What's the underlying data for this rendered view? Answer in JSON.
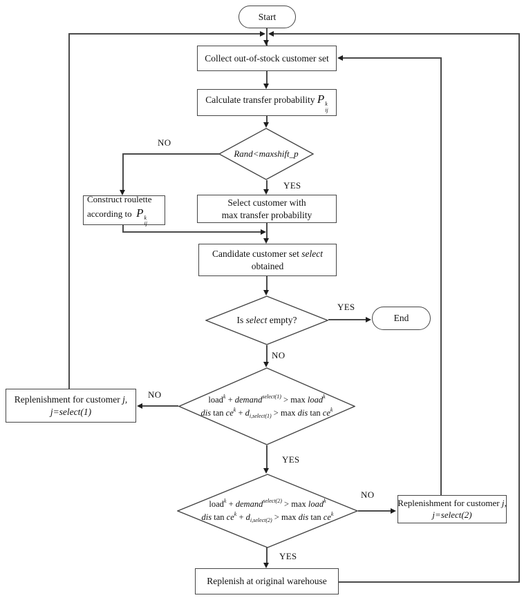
{
  "labels": {
    "yes": "YES",
    "no": "NO"
  },
  "nodes": {
    "start": {
      "lines": [
        [
          {
            "t": "Start"
          }
        ]
      ]
    },
    "collect": {
      "lines": [
        [
          {
            "t": "Collect out-of-stock customer set"
          }
        ]
      ]
    },
    "calculate": {
      "lines": [
        [
          {
            "t": "Calculate transfer probability ",
            "s": "rm"
          },
          {
            "t": "P",
            "s": "pbig"
          },
          {
            "t": "k|ij",
            "s": "stack"
          }
        ]
      ]
    },
    "rand_decision": {
      "lines": [
        [
          {
            "t": "Rand<maxshift_p",
            "s": "it"
          }
        ]
      ]
    },
    "roulette": {
      "lines": [
        [
          {
            "t": "Construct roulette"
          }
        ],
        [
          {
            "t": "according to  "
          },
          {
            "t": "P",
            "s": "pbig"
          },
          {
            "t": "k|ij",
            "s": "stack"
          }
        ]
      ]
    },
    "select_customer": {
      "lines": [
        [
          {
            "t": "Select customer with"
          }
        ],
        [
          {
            "t": "max transfer probability"
          }
        ]
      ]
    },
    "candidate": {
      "lines": [
        [
          {
            "t": "Candidate customer set "
          },
          {
            "t": "select",
            "s": "it"
          }
        ],
        [
          {
            "t": "obtained"
          }
        ]
      ]
    },
    "empty_decision": {
      "lines": [
        [
          {
            "t": "Is "
          },
          {
            "t": "select",
            "s": "it"
          },
          {
            "t": " empty?"
          }
        ]
      ]
    },
    "end": {
      "lines": [
        [
          {
            "t": "End"
          }
        ]
      ]
    },
    "check1": {
      "lines": [
        [
          {
            "t": "load"
          },
          {
            "t": "k",
            "s": "sup"
          },
          {
            "t": " + "
          },
          {
            "t": "demand",
            "s": "it"
          },
          {
            "t": "select(1)",
            "s": "sup"
          },
          {
            "t": " > "
          },
          {
            "t": "max "
          },
          {
            "t": "load",
            "s": "it"
          },
          {
            "t": "k",
            "s": "sup"
          }
        ],
        [
          {
            "t": "dis",
            "s": "it"
          },
          {
            "t": " tan "
          },
          {
            "t": "ce",
            "s": "it"
          },
          {
            "t": "k",
            "s": "sup"
          },
          {
            "t": " + "
          },
          {
            "t": "d",
            "s": "it"
          },
          {
            "t": "i,select(1)",
            "s": "sub"
          },
          {
            "t": " > "
          },
          {
            "t": "max "
          },
          {
            "t": "dis",
            "s": "it"
          },
          {
            "t": " tan "
          },
          {
            "t": "ce",
            "s": "it"
          },
          {
            "t": "k",
            "s": "sup"
          }
        ]
      ]
    },
    "repl1": {
      "lines": [
        [
          {
            "t": "Replenishment for customer "
          },
          {
            "t": "j,",
            "s": "it"
          }
        ],
        [
          {
            "t": "j=select(1)",
            "s": "it"
          }
        ]
      ]
    },
    "check2": {
      "lines": [
        [
          {
            "t": "load"
          },
          {
            "t": "k",
            "s": "sup"
          },
          {
            "t": " + "
          },
          {
            "t": "demand",
            "s": "it"
          },
          {
            "t": "select(2)",
            "s": "sup"
          },
          {
            "t": " > "
          },
          {
            "t": "max "
          },
          {
            "t": "load",
            "s": "it"
          },
          {
            "t": "k",
            "s": "sup"
          }
        ],
        [
          {
            "t": "dis",
            "s": "it"
          },
          {
            "t": " tan "
          },
          {
            "t": "ce",
            "s": "it"
          },
          {
            "t": "k",
            "s": "sup"
          },
          {
            "t": " + "
          },
          {
            "t": "d",
            "s": "it"
          },
          {
            "t": "i,select(2)",
            "s": "sub"
          },
          {
            "t": " > "
          },
          {
            "t": "max "
          },
          {
            "t": "dis",
            "s": "it"
          },
          {
            "t": " tan "
          },
          {
            "t": "ce",
            "s": "it"
          },
          {
            "t": "k",
            "s": "sup"
          }
        ]
      ]
    },
    "repl2": {
      "lines": [
        [
          {
            "t": "Replenishment for customer "
          },
          {
            "t": "j,",
            "s": "it"
          }
        ],
        [
          {
            "t": "j=select(2)",
            "s": "it"
          }
        ]
      ]
    },
    "warehouse": {
      "lines": [
        [
          {
            "t": "Replenish at original warehouse"
          }
        ]
      ]
    }
  }
}
